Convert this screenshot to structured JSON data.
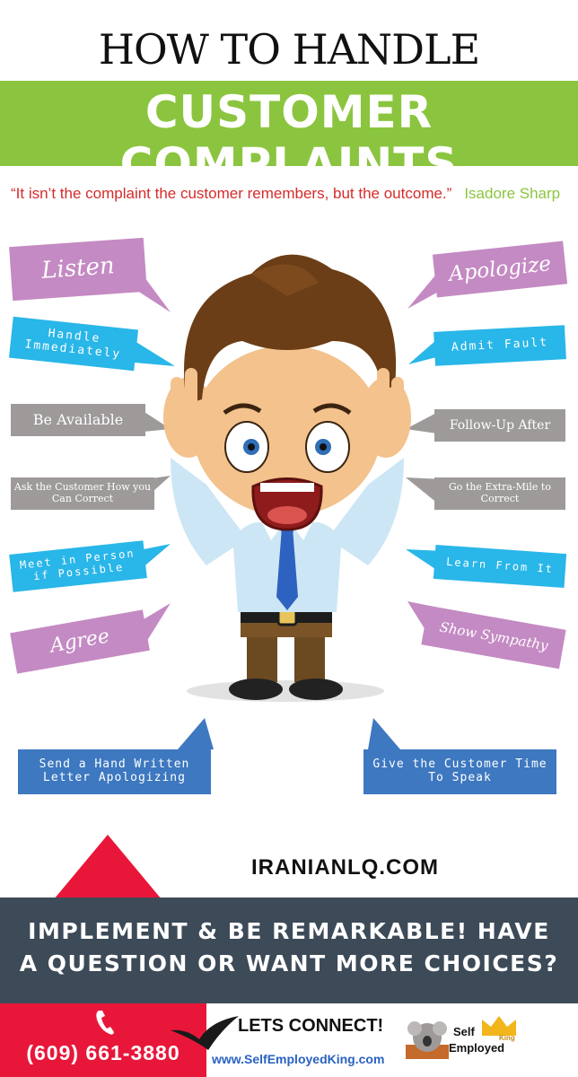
{
  "header": {
    "title_line1": "HOW TO HANDLE",
    "title_line2": "CUSTOMER COMPLAINTS"
  },
  "quote": {
    "text": "“It isn’t the complaint the customer remembers, but the outcome.”",
    "author": "Isadore Sharp"
  },
  "tips": {
    "listen": "Listen",
    "handle_immediately": "Handle Immediately",
    "be_available": "Be Available",
    "ask_customer": "Ask the Customer How you Can Correct",
    "meet_in_person": "Meet in Person if Possible",
    "agree": "Agree",
    "apologize": "Apologize",
    "admit_fault": "Admit Fault",
    "follow_up": "Follow-Up After",
    "extra_mile": "Go the Extra-Mile to Correct",
    "learn_from_it": "Learn From It",
    "show_sympathy": "Show Sympathy",
    "send_letter": "Send a Hand Written Letter Apologizing",
    "give_time": "Give the Customer Time To Speak"
  },
  "watermark": "IRANIANLQ.COM",
  "cta": {
    "text": "IMPLEMENT & BE REMARKABLE! HAVE A QUESTION OR WANT MORE CHOICES?"
  },
  "footer": {
    "phone": "(609) 661-3880",
    "connect": "LETS CONNECT!",
    "url": "www.SelfEmployedKing.com",
    "brand_line1": "Self",
    "brand_line2": "Employed",
    "brand_small": "King"
  },
  "colors": {
    "green": "#8bc53f",
    "purple": "#c48ac3",
    "cyan": "#29b6e8",
    "grey": "#9e9a9a",
    "blue": "#3d78c0",
    "red": "#e8173a",
    "dark": "#3d4a58"
  },
  "icons": {
    "phone": "phone-icon",
    "bird": "bird-icon",
    "crown": "crown-icon",
    "mascot": "stressed-businessman"
  }
}
